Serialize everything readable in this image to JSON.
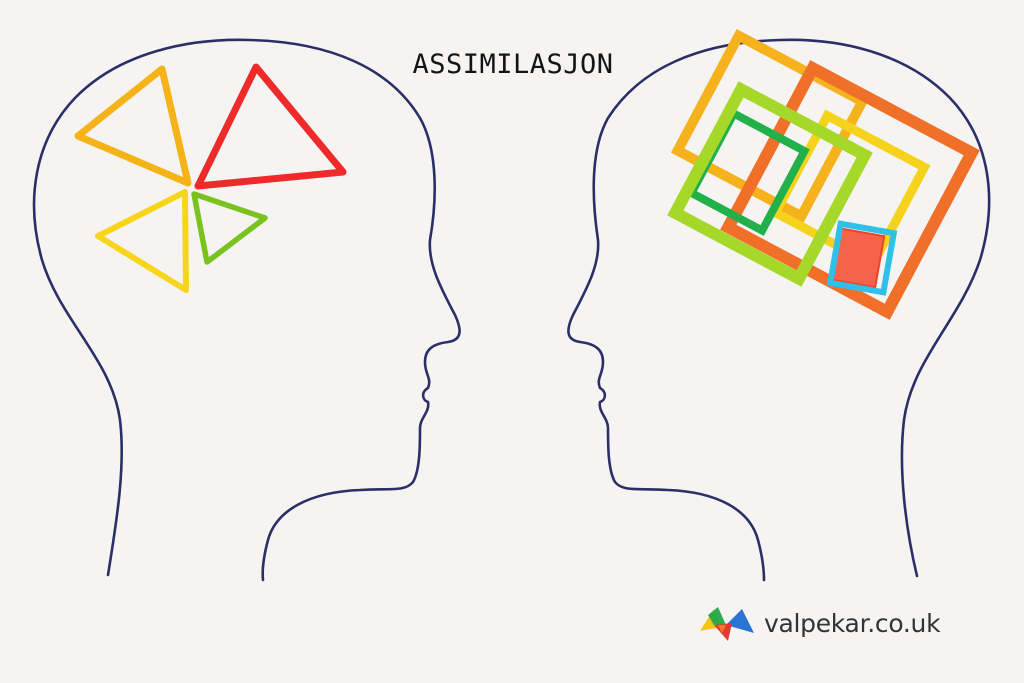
{
  "title": "ASSIMILASJON",
  "logo": {
    "text": "valpekar.co.uk",
    "colors": [
      "#f6c518",
      "#22a84a",
      "#2a74d6",
      "#e23a2e"
    ]
  },
  "colors": {
    "background": "#f5f4f2",
    "outline": "#2b2f66",
    "title_text": "#141414"
  },
  "left_head": {
    "label": "head-with-triangles",
    "shapes": [
      {
        "type": "triangle",
        "color": "#f5b318"
      },
      {
        "type": "triangle",
        "color": "#ee2a2a"
      },
      {
        "type": "triangle",
        "color": "#f7d51a"
      },
      {
        "type": "triangle",
        "color": "#7ac21e"
      }
    ]
  },
  "right_head": {
    "label": "head-with-squares",
    "shapes": [
      {
        "type": "square",
        "color": "#f6b21c"
      },
      {
        "type": "square",
        "color": "#f0702a"
      },
      {
        "type": "square",
        "color": "#f5d31c"
      },
      {
        "type": "square",
        "color": "#22b04a"
      },
      {
        "type": "square",
        "color": "#a6d82a"
      },
      {
        "type": "square",
        "color": "#2ec0e8"
      },
      {
        "type": "square",
        "color": "#f4634a"
      }
    ]
  }
}
